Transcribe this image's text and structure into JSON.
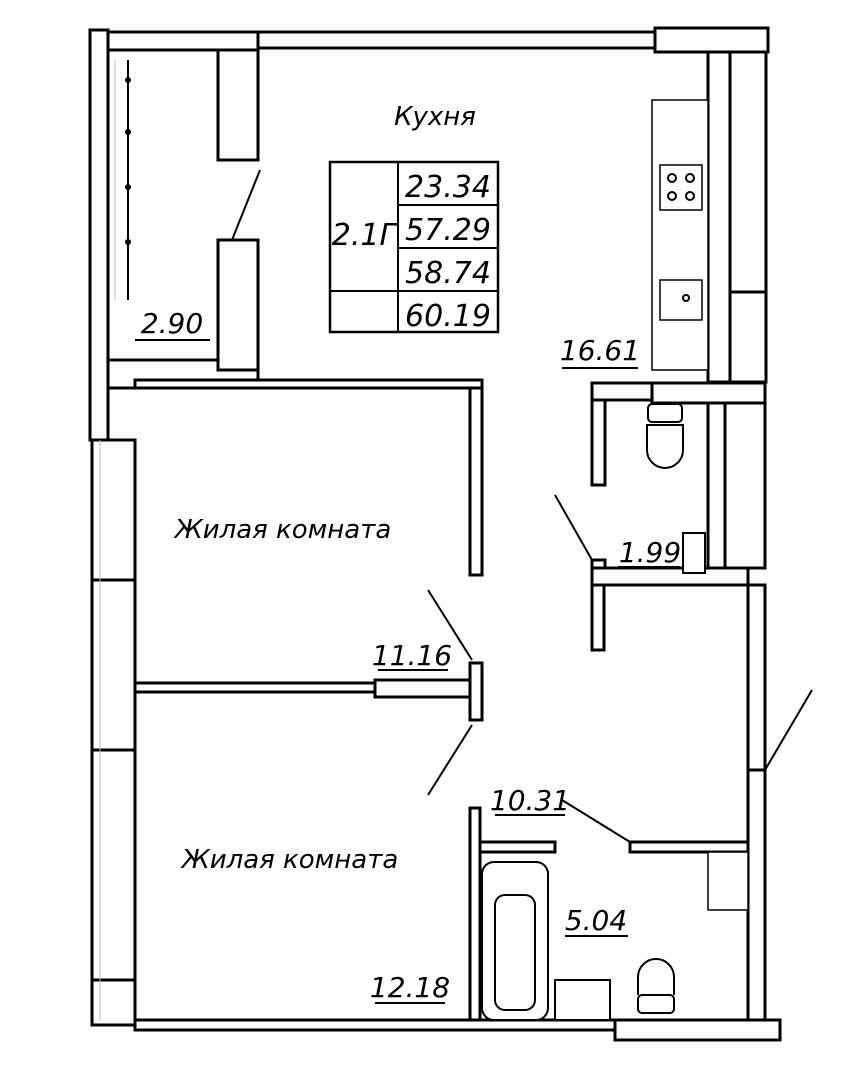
{
  "plan": {
    "apartment_code": "2.1Г",
    "area_table": [
      "23.34",
      "57.29",
      "58.74",
      "60.19"
    ],
    "rooms": {
      "kitchen": {
        "label": "Кухня",
        "area": "16.61"
      },
      "balcony": {
        "area": "2.90"
      },
      "wc": {
        "area": "1.99"
      },
      "bedroom1": {
        "label": "Жилая комната",
        "area": "11.16"
      },
      "bedroom2": {
        "label": "Жилая комната",
        "area": "12.18"
      },
      "hall": {
        "area": "10.31"
      },
      "bathroom": {
        "area": "5.04"
      }
    }
  }
}
